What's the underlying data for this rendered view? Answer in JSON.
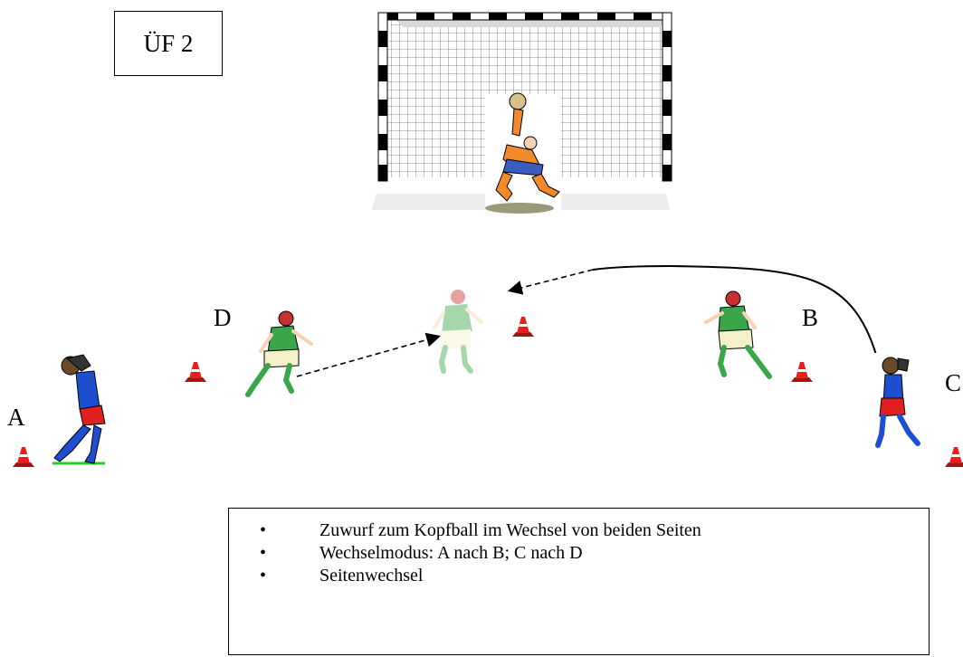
{
  "exercise": {
    "label": "ÜF 2"
  },
  "positions": [
    {
      "id": "a",
      "label": "A"
    },
    {
      "id": "b",
      "label": "B"
    },
    {
      "id": "c",
      "label": "C"
    },
    {
      "id": "d",
      "label": "D"
    }
  ],
  "notes": {
    "items": [
      "Zuwurf zum Kopfball im Wechsel von beiden Seiten",
      "Wechselmodus: A nach B; C nach D",
      "Seitenwechsel"
    ]
  },
  "colors": {
    "cone": "#e8201c",
    "cone_shadow": "#a01414",
    "jersey_green": "#3aa64a",
    "jersey_blue": "#1f4fd1",
    "shorts_red": "#e02020",
    "goalkeeper_orange": "#f08a2a"
  }
}
